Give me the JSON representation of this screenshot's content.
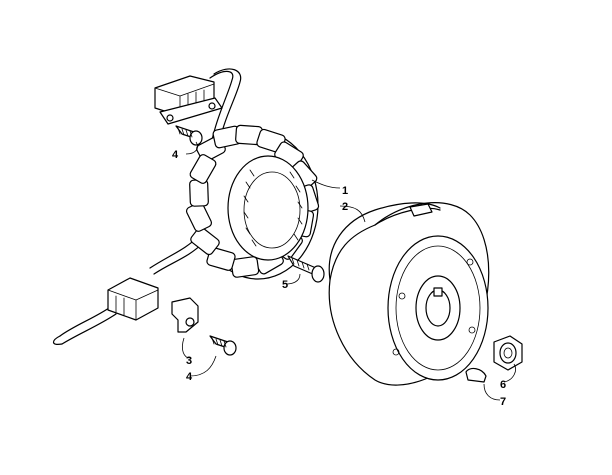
{
  "diagram": {
    "parts": [
      {
        "id": "stator",
        "label": "1"
      },
      {
        "id": "flywheel",
        "label": "2"
      },
      {
        "id": "clamp",
        "label": "3"
      },
      {
        "id": "screw-upper",
        "label": "4"
      },
      {
        "id": "screw-lower",
        "label": "4"
      },
      {
        "id": "stator-bolt",
        "label": "5"
      },
      {
        "id": "flywheel-nut",
        "label": "6"
      },
      {
        "id": "woodruff-key",
        "label": "7"
      }
    ]
  }
}
